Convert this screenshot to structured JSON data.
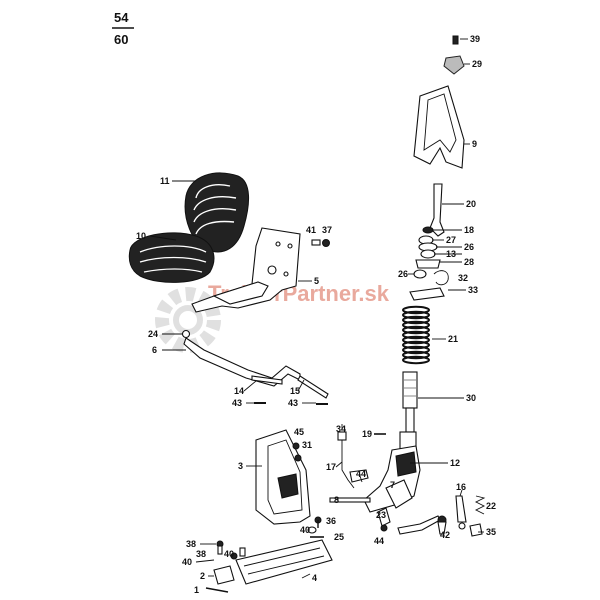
{
  "page_number": {
    "top": "54",
    "bottom": "60"
  },
  "watermark": {
    "part1": "Traktor",
    "part2": "Partner",
    "part3": ".sk"
  },
  "colors": {
    "watermark": "#e9a99d",
    "gear": "#dddddd",
    "ink": "#111111"
  },
  "labels": {
    "l1": "1",
    "l2": "2",
    "l3": "3",
    "l4": "4",
    "l5": "5",
    "l6": "6",
    "l8": "8",
    "l9": "9",
    "l10": "10",
    "l11": "11",
    "l12": "12",
    "l13": "13",
    "l14": "14",
    "l15": "15",
    "l16": "16",
    "l17": "17",
    "l18": "18",
    "l19": "19",
    "l20": "20",
    "l21": "21",
    "l22": "22",
    "l23": "23",
    "l24": "24",
    "l25": "25",
    "l26a": "26",
    "l26b": "26",
    "l27": "27",
    "l28": "28",
    "l29": "29",
    "l30": "30",
    "l31": "31",
    "l32": "32",
    "l33": "33",
    "l34": "34",
    "l35": "35",
    "l36": "36",
    "l37": "37",
    "l38a": "38",
    "l38b": "38",
    "l39": "39",
    "l40a": "40",
    "l40b": "40",
    "l40c": "40",
    "l41": "41",
    "l42": "42",
    "l43a": "43",
    "l43b": "43",
    "l44a": "44",
    "l44b": "44",
    "l45": "45",
    "l7": "7"
  }
}
